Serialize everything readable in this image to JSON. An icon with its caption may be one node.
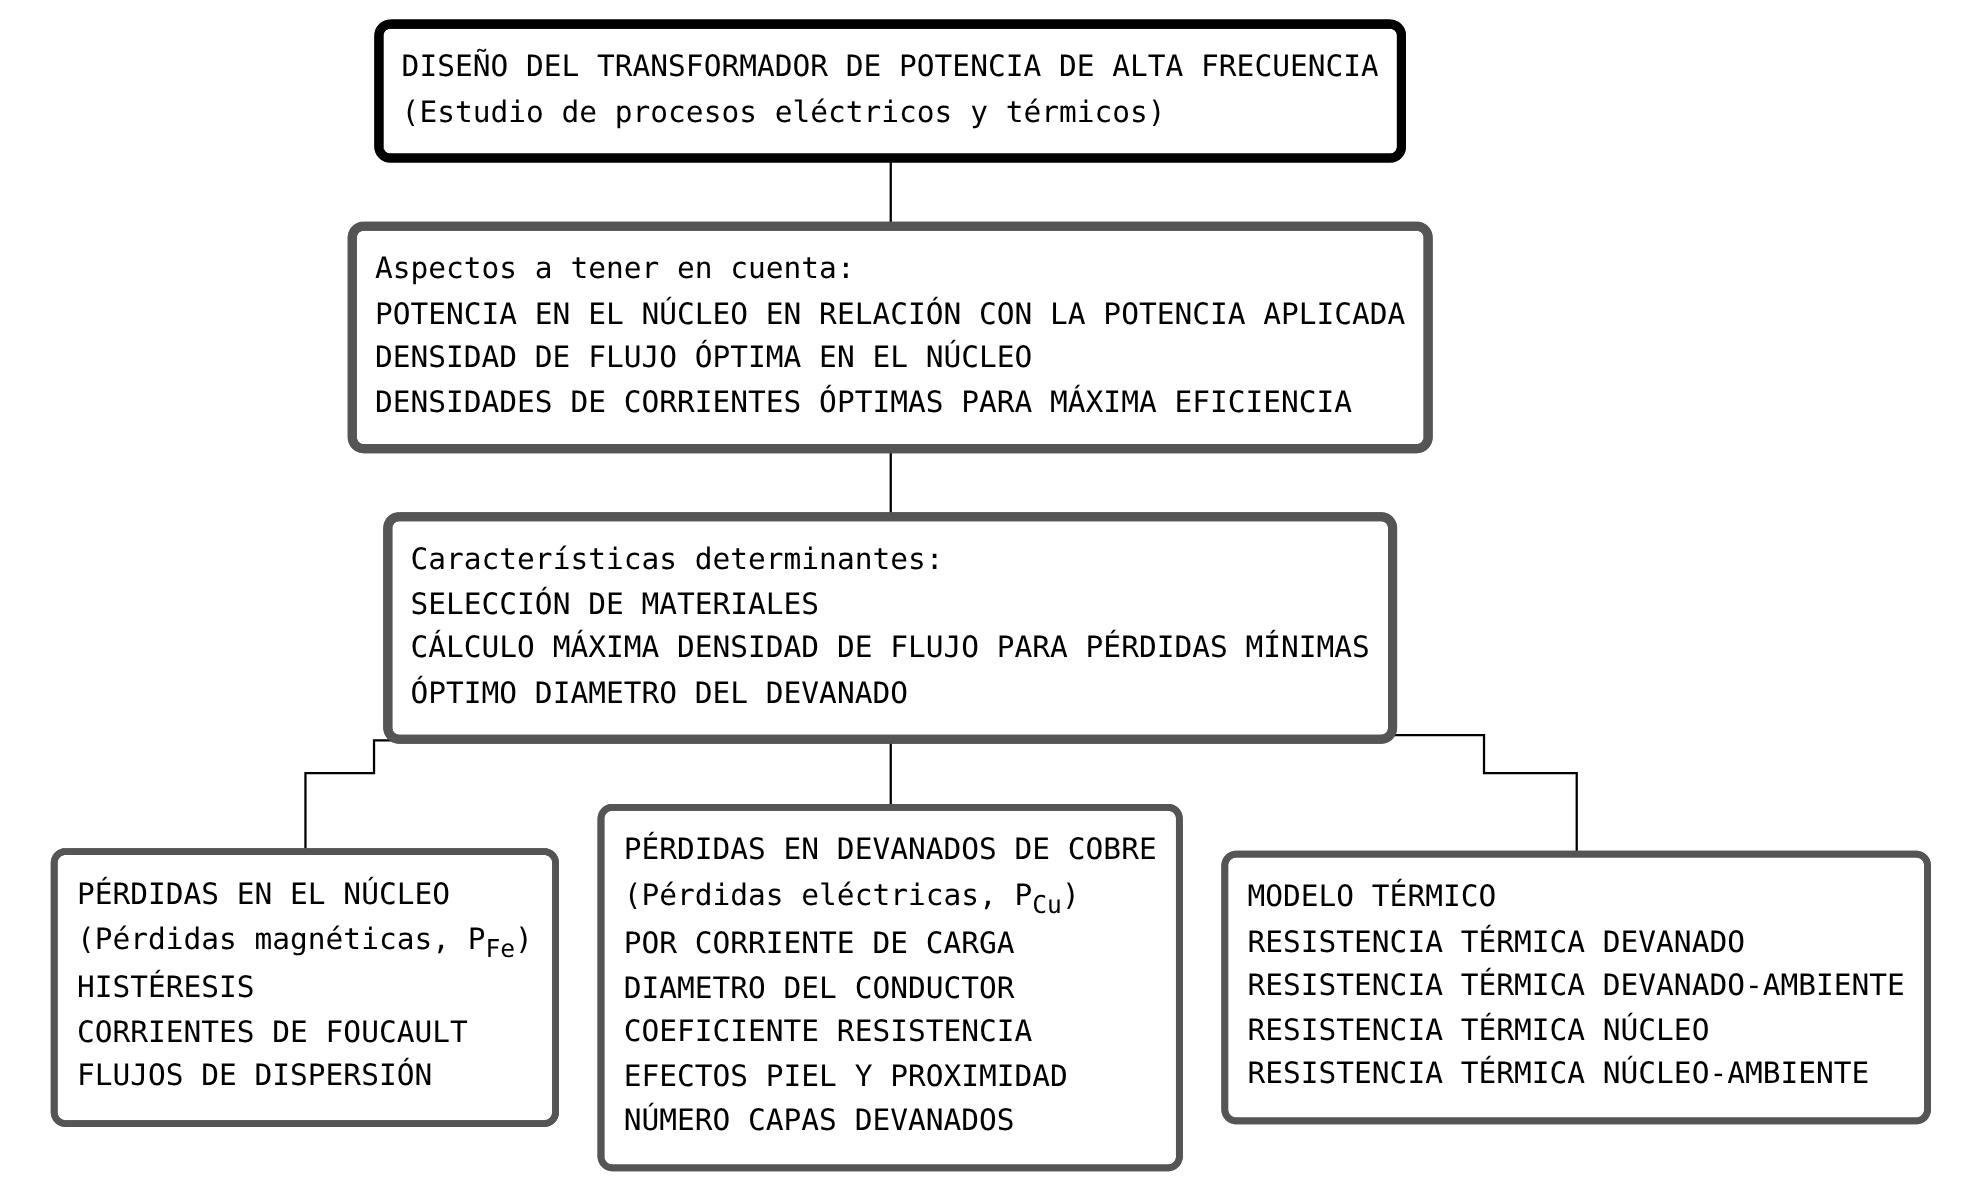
{
  "diagram": {
    "nodes": [
      {
        "text": [
          "DISEÑO DEL TRANSFORMADOR DE POTENCIA DE ALTA FRECUENCIA",
          "(Estudio de procesos eléctricos y térmicos)"
        ]
      },
      {
        "text": [
          "Aspectos a tener en cuenta:",
          "POTENCIA EN EL NÚCLEO EN RELACIÓN CON LA POTENCIA APLICADA",
          "DENSIDAD DE FLUJO ÓPTIMA EN EL NÚCLEO",
          "DENSIDADES DE CORRIENTES ÓPTIMAS PARA MÁXIMA EFICIENCIA"
        ]
      },
      {
        "text": [
          "Características determinantes:",
          "SELECCIÓN DE MATERIALES",
          "CÁLCULO MÁXIMA DENSIDAD DE FLUJO PARA PÉRDIDAS MÍNIMAS",
          "ÓPTIMO DIAMETRO DEL DEVANADO"
        ]
      },
      {
        "text": [
          "PÉRDIDAS EN EL NÚCLEO",
          "(Pérdidas magnéticas, P$_{Fe}$)",
          "HISTÉRESIS",
          "CORRIENTES DE FOUCAULT",
          "FLUJOS DE DISPERSIÓN"
        ]
      },
      {
        "text": [
          "PÉRDIDAS EN DEVANADOS DE COBRE",
          "(Pérdidas eléctricas, P$_{Cu}$)",
          "POR CORRIENTE DE CARGA",
          "DIAMETRO DEL CONDUCTOR",
          "COEFICIENTE RESISTENCIA",
          "EFECTOS PIEL Y PROXIMIDAD",
          "NÚMERO CAPAS DEVANADOS"
        ]
      },
      {
        "text": [
          "MODELO TÉRMICO",
          "RESISTENCIA TÉRMICA DEVANADO",
          "RESISTENCIA TÉRMICA DEVANADO-AMBIENTE",
          "RESISTENCIA TÉRMICA NÚCLEO",
          "RESISTENCIA TÉRMICA NÚCLEO-AMBIENTE"
        ]
      }
    ],
    "edges": [
      {
        "from": 0,
        "to": 1,
        "arrow": "none"
      },
      {
        "from": 1,
        "to": 2,
        "arrow": "none"
      },
      {
        "from": 2,
        "to": 3,
        "arrow": "none"
      },
      {
        "from": 2,
        "to": 4,
        "arrow": "none"
      },
      {
        "from": 2,
        "to": 5,
        "arrow": "none"
      }
    ]
  }
}
